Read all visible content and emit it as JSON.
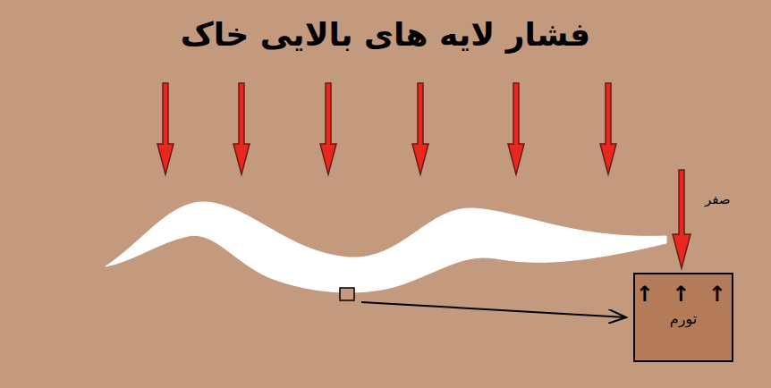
{
  "diagram": {
    "title": "فشار لایه های بالایی خاک",
    "nodes": [
      {
        "text": [
          "↑ ↑ ↑",
          "تورم"
        ]
      }
    ],
    "labels": [
      "صفر"
    ]
  }
}
